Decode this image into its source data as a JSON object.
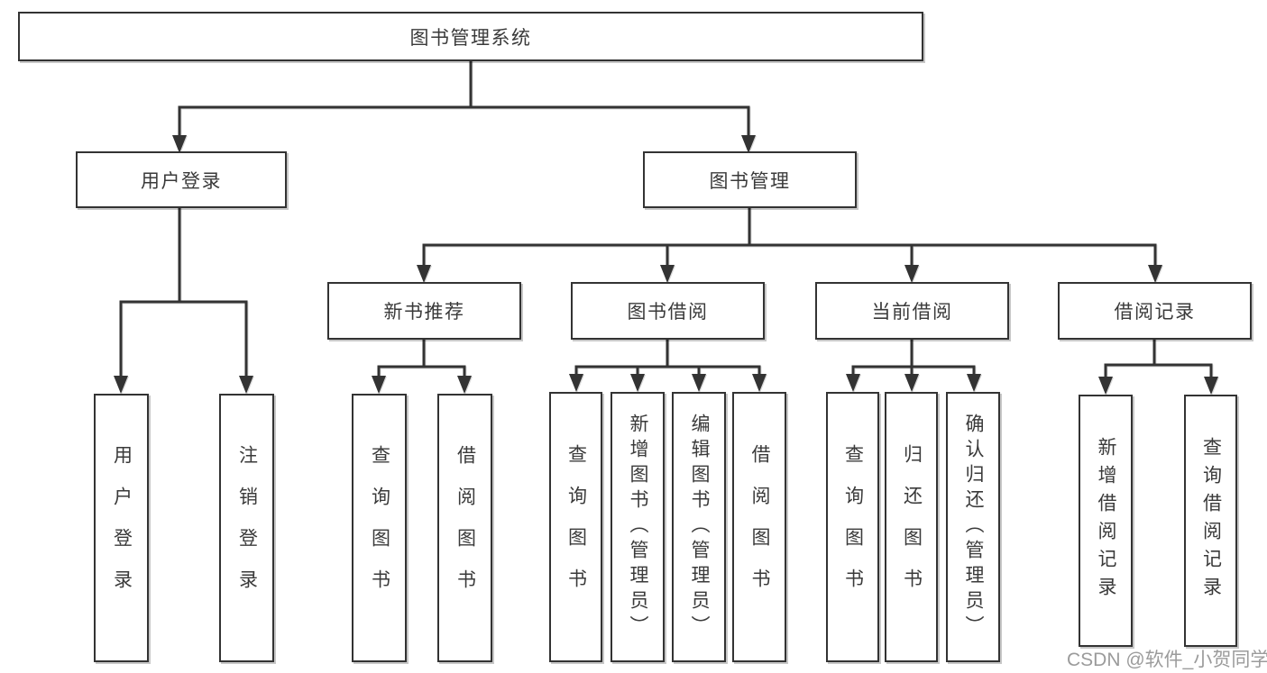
{
  "diagram": {
    "root": {
      "label": "图书管理系统"
    },
    "branches": [
      {
        "label": "用户登录",
        "children": [
          {
            "label": "用户登录"
          },
          {
            "label": "注销登录"
          }
        ]
      },
      {
        "label": "图书管理",
        "children": [
          {
            "label": "新书推荐",
            "children": [
              {
                "label": "查询图书"
              },
              {
                "label": "借阅图书"
              }
            ]
          },
          {
            "label": "图书借阅",
            "children": [
              {
                "label": "查询图书"
              },
              {
                "label": "新增图书（管理员）"
              },
              {
                "label": "编辑图书（管理员）"
              },
              {
                "label": "借阅图书"
              }
            ]
          },
          {
            "label": "当前借阅",
            "children": [
              {
                "label": "查询图书"
              },
              {
                "label": "归还图书"
              },
              {
                "label": "确认归还（管理员）"
              }
            ]
          },
          {
            "label": "借阅记录",
            "children": [
              {
                "label": "新增借阅记录"
              },
              {
                "label": "查询借阅记录"
              }
            ]
          }
        ]
      }
    ]
  },
  "watermark": {
    "text": "CSDN @软件_小贺同学"
  },
  "colors": {
    "line": "#333333",
    "box_border": "#333333",
    "box_background": "#ffffff",
    "text": "#3a3a3a",
    "watermark": "#9b9b9b",
    "page_background": "#ffffff"
  }
}
